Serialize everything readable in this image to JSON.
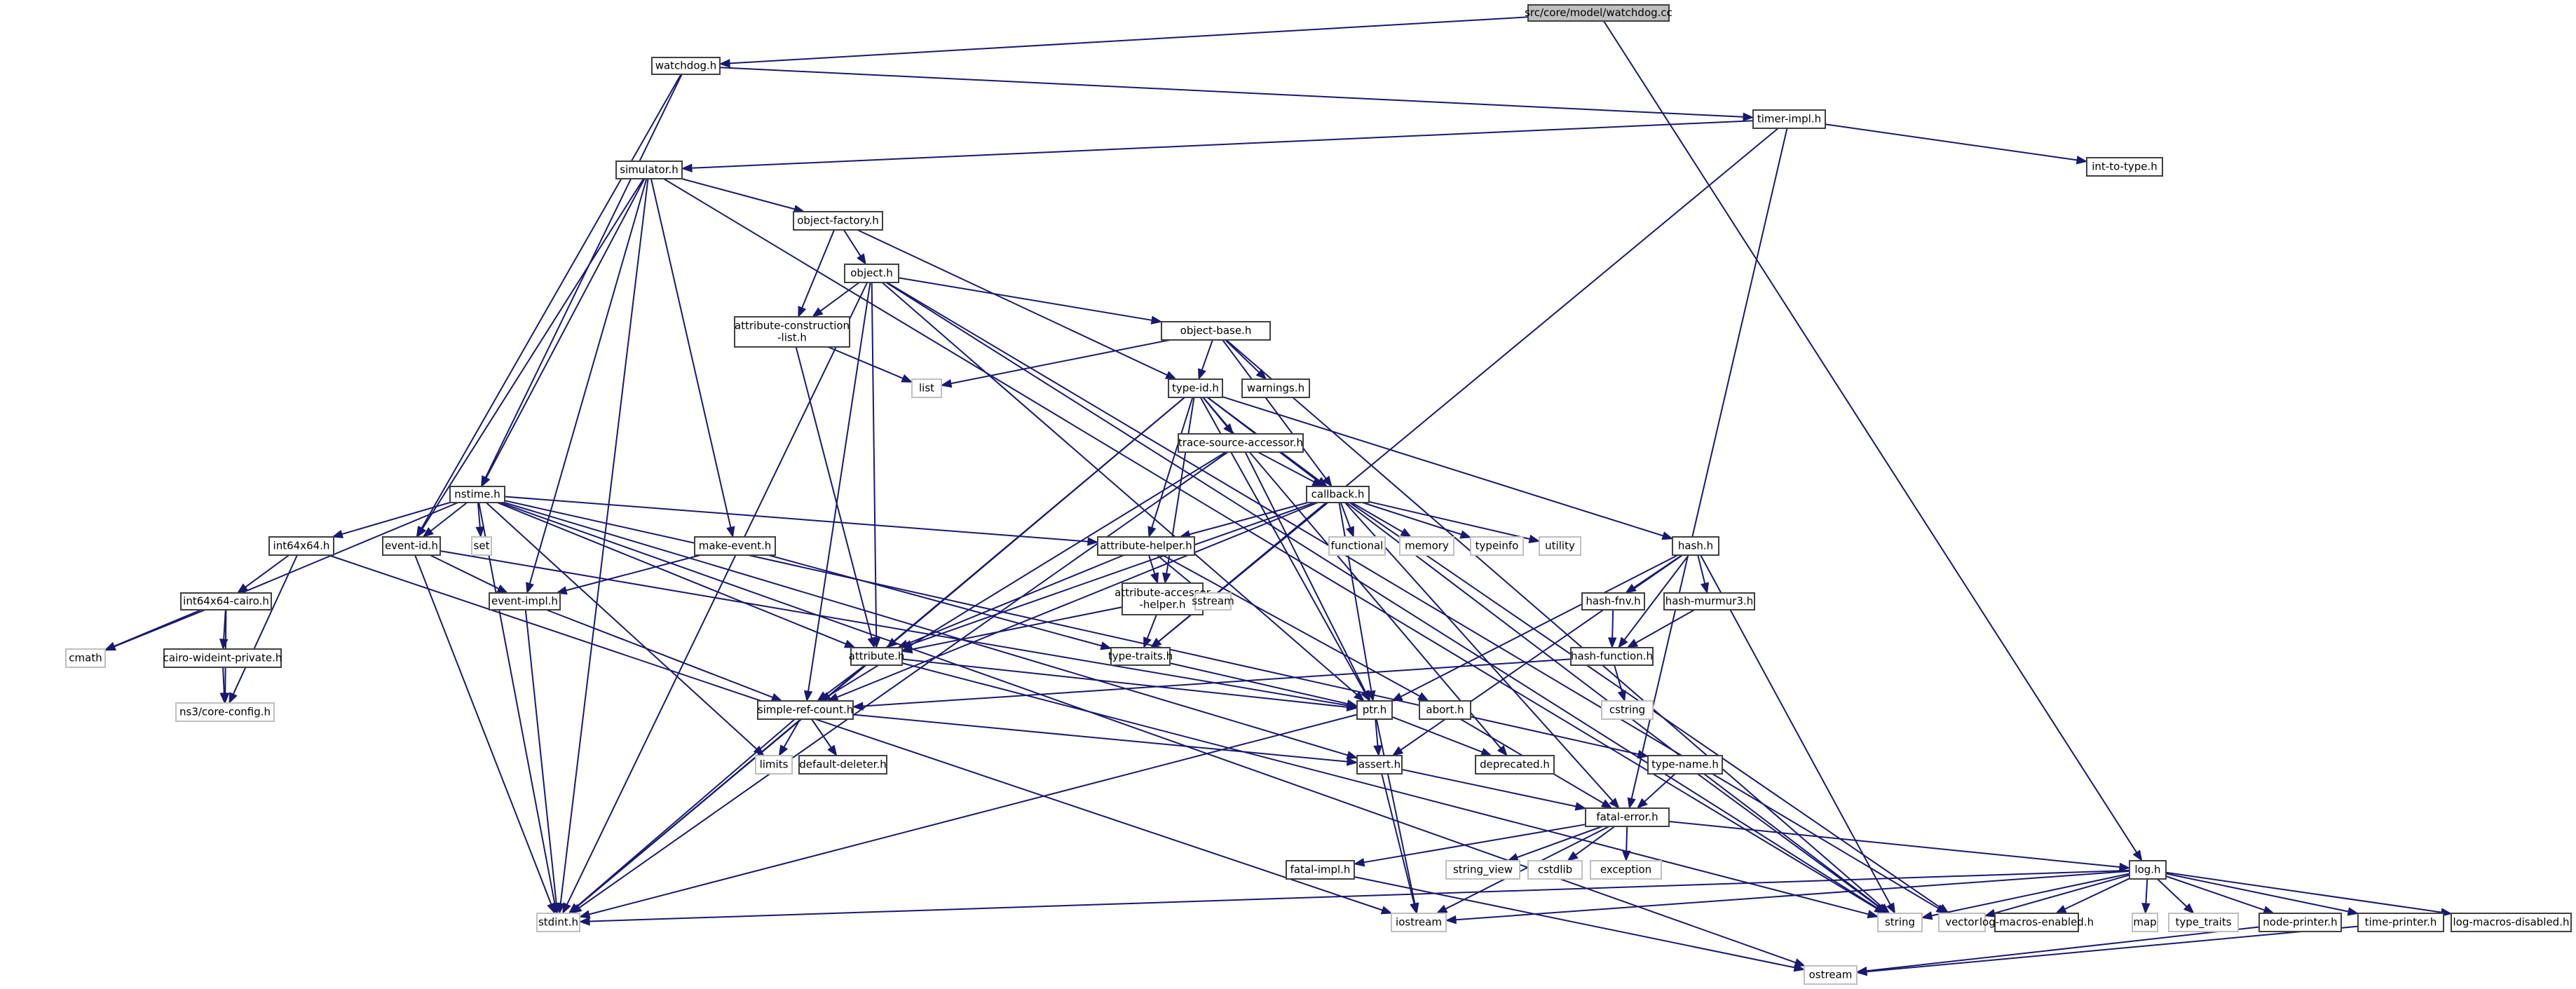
{
  "title": "Include dependency graph for src/core/model/watchdog.cc",
  "colors": {
    "edge": "#191970",
    "root_fill": "#bfbfbf",
    "project_border": "#404040",
    "system_border": "#bfbfbf"
  },
  "nodes": [
    {
      "id": "watchdog_cc",
      "label": "src/core/model/watchdog.cc",
      "kind": "root"
    },
    {
      "id": "watchdog_h",
      "label": "watchdog.h",
      "kind": "project"
    },
    {
      "id": "timer_impl_h",
      "label": "timer-impl.h",
      "kind": "project"
    },
    {
      "id": "int_to_type_h",
      "label": "int-to-type.h",
      "kind": "project"
    },
    {
      "id": "simulator_h",
      "label": "simulator.h",
      "kind": "project"
    },
    {
      "id": "object_factory_h",
      "label": "object-factory.h",
      "kind": "project"
    },
    {
      "id": "object_h",
      "label": "object.h",
      "kind": "project"
    },
    {
      "id": "attr_constr_list_h",
      "label": "attribute-construction\n-list.h",
      "kind": "project"
    },
    {
      "id": "list",
      "label": "list",
      "kind": "system"
    },
    {
      "id": "object_base_h",
      "label": "object-base.h",
      "kind": "project"
    },
    {
      "id": "type_id_h",
      "label": "type-id.h",
      "kind": "project"
    },
    {
      "id": "warnings_h",
      "label": "warnings.h",
      "kind": "project"
    },
    {
      "id": "trace_source_accessor_h",
      "label": "trace-source-accessor.h",
      "kind": "project"
    },
    {
      "id": "callback_h",
      "label": "callback.h",
      "kind": "project"
    },
    {
      "id": "nstime_h",
      "label": "nstime.h",
      "kind": "project"
    },
    {
      "id": "int64x64_h",
      "label": "int64x64.h",
      "kind": "project"
    },
    {
      "id": "event_id_h",
      "label": "event-id.h",
      "kind": "project"
    },
    {
      "id": "set",
      "label": "set",
      "kind": "system"
    },
    {
      "id": "make_event_h",
      "label": "make-event.h",
      "kind": "project"
    },
    {
      "id": "attribute_helper_h",
      "label": "attribute-helper.h",
      "kind": "project"
    },
    {
      "id": "functional",
      "label": "functional",
      "kind": "system"
    },
    {
      "id": "memory",
      "label": "memory",
      "kind": "system"
    },
    {
      "id": "typeinfo",
      "label": "typeinfo",
      "kind": "system"
    },
    {
      "id": "utility",
      "label": "utility",
      "kind": "system"
    },
    {
      "id": "hash_h",
      "label": "hash.h",
      "kind": "project"
    },
    {
      "id": "int64x64_cairo_h",
      "label": "int64x64-cairo.h",
      "kind": "project"
    },
    {
      "id": "event_impl_h",
      "label": "event-impl.h",
      "kind": "project"
    },
    {
      "id": "attr_accessor_helper_h",
      "label": "attribute-accessor\n-helper.h",
      "kind": "project"
    },
    {
      "id": "sstream",
      "label": "sstream",
      "kind": "system"
    },
    {
      "id": "hash_fnv_h",
      "label": "hash-fnv.h",
      "kind": "project"
    },
    {
      "id": "hash_murmur3_h",
      "label": "hash-murmur3.h",
      "kind": "project"
    },
    {
      "id": "cmath",
      "label": "cmath",
      "kind": "system"
    },
    {
      "id": "cairo_wideint_h",
      "label": "cairo-wideint-private.h",
      "kind": "project"
    },
    {
      "id": "attribute_h",
      "label": "attribute.h",
      "kind": "project"
    },
    {
      "id": "type_traits_h",
      "label": "type-traits.h",
      "kind": "project"
    },
    {
      "id": "hash_function_h",
      "label": "hash-function.h",
      "kind": "project"
    },
    {
      "id": "core_config_h",
      "label": "ns3/core-config.h",
      "kind": "system"
    },
    {
      "id": "simple_ref_count_h",
      "label": "simple-ref-count.h",
      "kind": "project"
    },
    {
      "id": "ptr_h",
      "label": "ptr.h",
      "kind": "project"
    },
    {
      "id": "abort_h",
      "label": "abort.h",
      "kind": "project"
    },
    {
      "id": "cstring",
      "label": "cstring",
      "kind": "system"
    },
    {
      "id": "limits",
      "label": "limits",
      "kind": "system"
    },
    {
      "id": "default_deleter_h",
      "label": "default-deleter.h",
      "kind": "project"
    },
    {
      "id": "assert_h",
      "label": "assert.h",
      "kind": "project"
    },
    {
      "id": "deprecated_h",
      "label": "deprecated.h",
      "kind": "project"
    },
    {
      "id": "type_name_h",
      "label": "type-name.h",
      "kind": "project"
    },
    {
      "id": "fatal_error_h",
      "label": "fatal-error.h",
      "kind": "project"
    },
    {
      "id": "fatal_impl_h",
      "label": "fatal-impl.h",
      "kind": "project"
    },
    {
      "id": "string_view",
      "label": "string_view",
      "kind": "system"
    },
    {
      "id": "cstdlib",
      "label": "cstdlib",
      "kind": "system"
    },
    {
      "id": "exception",
      "label": "exception",
      "kind": "system"
    },
    {
      "id": "log_h",
      "label": "log.h",
      "kind": "project"
    },
    {
      "id": "stdint_h",
      "label": "stdint.h",
      "kind": "system"
    },
    {
      "id": "iostream",
      "label": "iostream",
      "kind": "system"
    },
    {
      "id": "string",
      "label": "string",
      "kind": "system"
    },
    {
      "id": "vector",
      "label": "vector",
      "kind": "system"
    },
    {
      "id": "log_macros_enabled_h",
      "label": "log-macros-enabled.h",
      "kind": "project"
    },
    {
      "id": "map",
      "label": "map",
      "kind": "system"
    },
    {
      "id": "type_traits",
      "label": "type_traits",
      "kind": "system"
    },
    {
      "id": "node_printer_h",
      "label": "node-printer.h",
      "kind": "project"
    },
    {
      "id": "time_printer_h",
      "label": "time-printer.h",
      "kind": "project"
    },
    {
      "id": "log_macros_disabled_h",
      "label": "log-macros-disabled.h",
      "kind": "project"
    },
    {
      "id": "ostream",
      "label": "ostream",
      "kind": "system"
    }
  ],
  "edges": [
    [
      "watchdog_cc",
      "watchdog_h"
    ],
    [
      "watchdog_cc",
      "log_h"
    ],
    [
      "watchdog_h",
      "nstime_h"
    ],
    [
      "watchdog_h",
      "event_id_h"
    ],
    [
      "watchdog_h",
      "timer_impl_h"
    ],
    [
      "timer_impl_h",
      "simulator_h"
    ],
    [
      "timer_impl_h",
      "int_to_type_h"
    ],
    [
      "timer_impl_h",
      "fatal_error_h"
    ],
    [
      "timer_impl_h",
      "type_traits_h"
    ],
    [
      "simulator_h",
      "object_factory_h"
    ],
    [
      "simulator_h",
      "nstime_h"
    ],
    [
      "simulator_h",
      "event_id_h"
    ],
    [
      "simulator_h",
      "event_impl_h"
    ],
    [
      "simulator_h",
      "make_event_h"
    ],
    [
      "simulator_h",
      "stdint_h"
    ],
    [
      "simulator_h",
      "string"
    ],
    [
      "object_factory_h",
      "object_h"
    ],
    [
      "object_factory_h",
      "attr_constr_list_h"
    ],
    [
      "object_factory_h",
      "type_id_h"
    ],
    [
      "object_h",
      "attr_constr_list_h"
    ],
    [
      "object_h",
      "object_base_h"
    ],
    [
      "object_h",
      "attribute_h"
    ],
    [
      "object_h",
      "ptr_h"
    ],
    [
      "object_h",
      "simple_ref_count_h"
    ],
    [
      "object_h",
      "stdint_h"
    ],
    [
      "object_h",
      "string"
    ],
    [
      "object_h",
      "vector"
    ],
    [
      "attr_constr_list_h",
      "list"
    ],
    [
      "attr_constr_list_h",
      "attribute_h"
    ],
    [
      "object_base_h",
      "type_id_h"
    ],
    [
      "object_base_h",
      "warnings_h"
    ],
    [
      "object_base_h",
      "callback_h"
    ],
    [
      "object_base_h",
      "list"
    ],
    [
      "object_base_h",
      "string"
    ],
    [
      "type_id_h",
      "trace_source_accessor_h"
    ],
    [
      "type_id_h",
      "callback_h"
    ],
    [
      "type_id_h",
      "attribute_helper_h"
    ],
    [
      "type_id_h",
      "attr_accessor_helper_h"
    ],
    [
      "type_id_h",
      "attribute_h"
    ],
    [
      "type_id_h",
      "hash_h"
    ],
    [
      "type_id_h",
      "deprecated_h"
    ],
    [
      "type_id_h",
      "stdint_h"
    ],
    [
      "type_id_h",
      "string"
    ],
    [
      "type_id_h",
      "ptr_h"
    ],
    [
      "trace_source_accessor_h",
      "callback_h"
    ],
    [
      "trace_source_accessor_h",
      "ptr_h"
    ],
    [
      "trace_source_accessor_h",
      "simple_ref_count_h"
    ],
    [
      "trace_source_accessor_h",
      "stdint_h"
    ],
    [
      "callback_h",
      "attribute_helper_h"
    ],
    [
      "callback_h",
      "attribute_h"
    ],
    [
      "callback_h",
      "functional"
    ],
    [
      "callback_h",
      "memory"
    ],
    [
      "callback_h",
      "typeinfo"
    ],
    [
      "callback_h",
      "utility"
    ],
    [
      "callback_h",
      "ptr_h"
    ],
    [
      "callback_h",
      "simple_ref_count_h"
    ],
    [
      "callback_h",
      "type_traits_h"
    ],
    [
      "callback_h",
      "fatal_error_h"
    ],
    [
      "callback_h",
      "vector"
    ],
    [
      "nstime_h",
      "int64x64_h"
    ],
    [
      "nstime_h",
      "event_id_h"
    ],
    [
      "nstime_h",
      "set"
    ],
    [
      "nstime_h",
      "attribute_h"
    ],
    [
      "nstime_h",
      "attribute_helper_h"
    ],
    [
      "nstime_h",
      "assert_h"
    ],
    [
      "nstime_h",
      "limits"
    ],
    [
      "nstime_h",
      "cmath"
    ],
    [
      "nstime_h",
      "ostream"
    ],
    [
      "nstime_h",
      "stdint_h"
    ],
    [
      "nstime_h",
      "type_name_h"
    ],
    [
      "int64x64_h",
      "int64x64_cairo_h"
    ],
    [
      "int64x64_h",
      "core_config_h"
    ],
    [
      "int64x64_h",
      "iostream"
    ],
    [
      "int64x64_cairo_h",
      "cmath"
    ],
    [
      "int64x64_cairo_h",
      "cairo_wideint_h"
    ],
    [
      "int64x64_cairo_h",
      "core_config_h"
    ],
    [
      "cairo_wideint_h",
      "core_config_h"
    ],
    [
      "event_id_h",
      "event_impl_h"
    ],
    [
      "event_id_h",
      "ptr_h"
    ],
    [
      "event_id_h",
      "stdint_h"
    ],
    [
      "make_event_h",
      "event_impl_h"
    ],
    [
      "make_event_h",
      "type_traits_h"
    ],
    [
      "event_impl_h",
      "simple_ref_count_h"
    ],
    [
      "event_impl_h",
      "stdint_h"
    ],
    [
      "attribute_helper_h",
      "attr_accessor_helper_h"
    ],
    [
      "attribute_helper_h",
      "attribute_h"
    ],
    [
      "attribute_helper_h",
      "sstream"
    ],
    [
      "attribute_helper_h",
      "abort_h"
    ],
    [
      "attr_accessor_helper_h",
      "attribute_h"
    ],
    [
      "attr_accessor_helper_h",
      "type_traits_h"
    ],
    [
      "attribute_h",
      "ptr_h"
    ],
    [
      "attribute_h",
      "simple_ref_count_h"
    ],
    [
      "attribute_h",
      "string"
    ],
    [
      "attribute_h",
      "stdint_h"
    ],
    [
      "type_traits_h",
      "ptr_h"
    ],
    [
      "hash_h",
      "hash_fnv_h"
    ],
    [
      "hash_h",
      "hash_murmur3_h"
    ],
    [
      "hash_h",
      "hash_function_h"
    ],
    [
      "hash_h",
      "assert_h"
    ],
    [
      "hash_h",
      "ptr_h"
    ],
    [
      "hash_h",
      "string"
    ],
    [
      "hash_fnv_h",
      "hash_function_h"
    ],
    [
      "hash_murmur3_h",
      "hash_function_h"
    ],
    [
      "hash_function_h",
      "cstring"
    ],
    [
      "hash_function_h",
      "simple_ref_count_h"
    ],
    [
      "simple_ref_count_h",
      "limits"
    ],
    [
      "simple_ref_count_h",
      "default_deleter_h"
    ],
    [
      "simple_ref_count_h",
      "assert_h"
    ],
    [
      "simple_ref_count_h",
      "stdint_h"
    ],
    [
      "ptr_h",
      "assert_h"
    ],
    [
      "ptr_h",
      "deprecated_h"
    ],
    [
      "ptr_h",
      "iostream"
    ],
    [
      "ptr_h",
      "stdint_h"
    ],
    [
      "abort_h",
      "fatal_error_h"
    ],
    [
      "assert_h",
      "fatal_error_h"
    ],
    [
      "assert_h",
      "iostream"
    ],
    [
      "type_name_h",
      "fatal_error_h"
    ],
    [
      "type_name_h",
      "string"
    ],
    [
      "fatal_error_h",
      "fatal_impl_h"
    ],
    [
      "fatal_error_h",
      "string_view"
    ],
    [
      "fatal_error_h",
      "cstdlib"
    ],
    [
      "fatal_error_h",
      "exception"
    ],
    [
      "fatal_error_h",
      "iostream"
    ],
    [
      "fatal_error_h",
      "log_h"
    ],
    [
      "fatal_impl_h",
      "ostream"
    ],
    [
      "log_h",
      "stdint_h"
    ],
    [
      "log_h",
      "iostream"
    ],
    [
      "log_h",
      "string"
    ],
    [
      "log_h",
      "vector"
    ],
    [
      "log_h",
      "log_macros_enabled_h"
    ],
    [
      "log_h",
      "map"
    ],
    [
      "log_h",
      "type_traits"
    ],
    [
      "log_h",
      "node_printer_h"
    ],
    [
      "log_h",
      "time_printer_h"
    ],
    [
      "log_h",
      "log_macros_disabled_h"
    ],
    [
      "node_printer_h",
      "ostream"
    ],
    [
      "time_printer_h",
      "ostream"
    ]
  ]
}
